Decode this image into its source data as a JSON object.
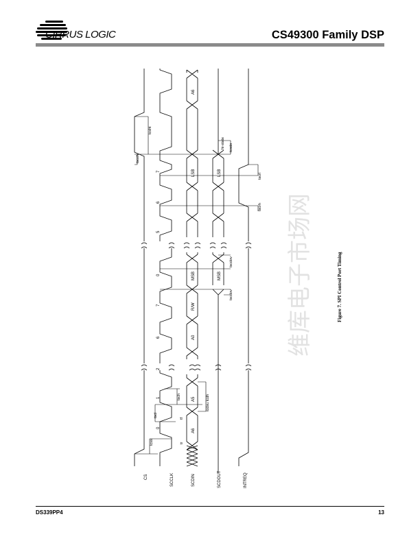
{
  "header": {
    "logo_text": "CIRRUS LOGIC",
    "title": "CS49300 Family DSP"
  },
  "footer": {
    "doc_id": "DS339PP4",
    "page_number": "13"
  },
  "watermark": "维库电子市场网",
  "figure": {
    "caption": "Figure 7. SPI Control Port Timing",
    "signals": {
      "cs": "CS",
      "sclk": "SCCLK",
      "sdin": "SCDIN",
      "sdout": "SCDOUT",
      "intreq": "INTREQ"
    },
    "bit_labels": [
      "0",
      "1",
      "2",
      "6",
      "7",
      "0",
      "5",
      "6",
      "7"
    ],
    "sdin_cells": [
      "A6",
      "A5",
      "A0",
      "R/W",
      "MSB",
      "LSB",
      "A6"
    ],
    "sdout_cells": [
      "MSB",
      "LSB"
    ],
    "tri_state": "hi-state",
    "timing": {
      "tcss": "tcss",
      "tr": "tr",
      "tf": "tf",
      "tscl": "tscl",
      "tsch": "tsch",
      "tcdsu_tcdh": "tcdsu tcdh",
      "tscdov_a": "tscdov",
      "tscdov_b": "tscdov",
      "tscrh": "tscrh",
      "tscrl": "tscrl",
      "tcsdo": "tcsdo",
      "tscch": "tscch",
      "tcsht": "tcsht"
    }
  }
}
